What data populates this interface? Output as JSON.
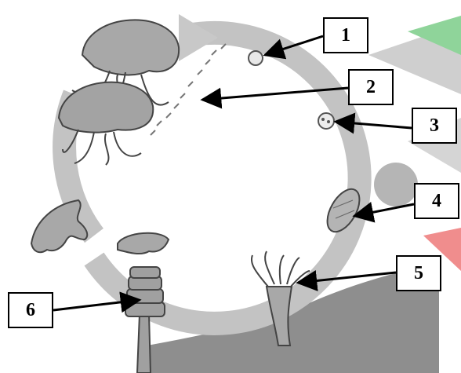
{
  "diagram": {
    "labels": [
      "1",
      "2",
      "3",
      "4",
      "5",
      "6"
    ],
    "colors": {
      "cycle_arrow": "#b9b9b9",
      "organism_fill": "#9c9c9c",
      "organism_stroke": "#4a4a4a",
      "seabed": "#8a8a8a",
      "accent_green": "#8fd49a",
      "accent_red": "#f08d8d",
      "box_border": "#000000",
      "pointer_arrow": "#000000"
    }
  }
}
